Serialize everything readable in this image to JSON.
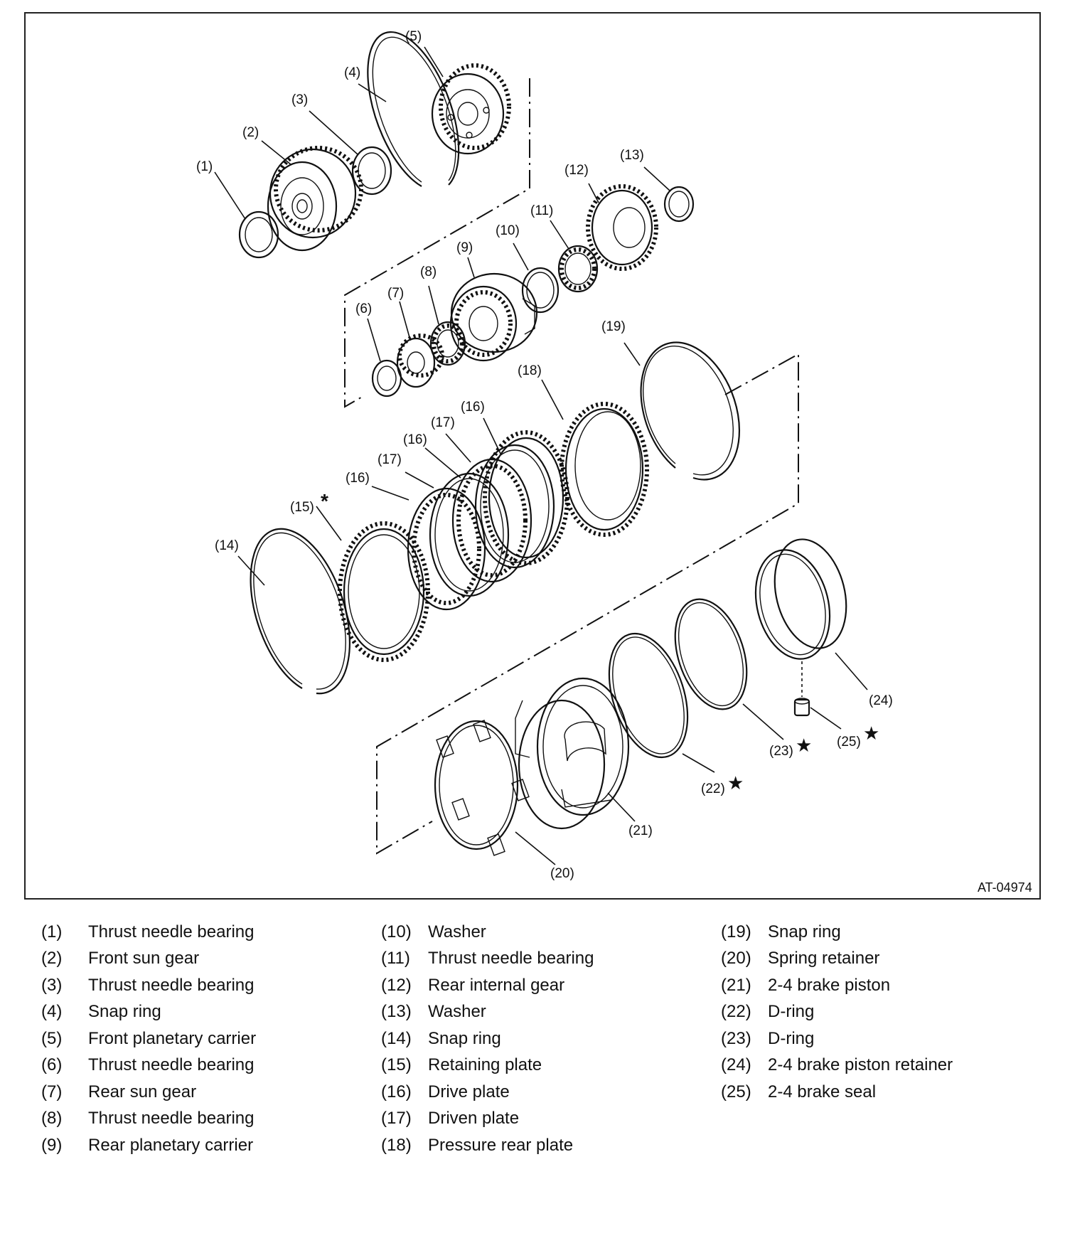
{
  "figure_code": "AT-04974",
  "markers": {
    "asterisk": "*",
    "star": "★"
  },
  "callouts": [
    "(1)",
    "(2)",
    "(3)",
    "(4)",
    "(5)",
    "(6)",
    "(7)",
    "(8)",
    "(9)",
    "(10)",
    "(11)",
    "(12)",
    "(13)",
    "(14)",
    "(15)",
    "(16)",
    "(16)",
    "(16)",
    "(17)",
    "(17)",
    "(18)",
    "(19)",
    "(20)",
    "(21)",
    "(22)",
    "(23)",
    "(24)",
    "(25)"
  ],
  "legend": [
    {
      "num": "(1)",
      "name": "Thrust needle bearing"
    },
    {
      "num": "(2)",
      "name": "Front sun gear"
    },
    {
      "num": "(3)",
      "name": "Thrust needle bearing"
    },
    {
      "num": "(4)",
      "name": "Snap ring"
    },
    {
      "num": "(5)",
      "name": "Front planetary carrier"
    },
    {
      "num": "(6)",
      "name": "Thrust needle bearing"
    },
    {
      "num": "(7)",
      "name": "Rear sun gear"
    },
    {
      "num": "(8)",
      "name": "Thrust needle bearing"
    },
    {
      "num": "(9)",
      "name": "Rear planetary carrier"
    },
    {
      "num": "(10)",
      "name": "Washer"
    },
    {
      "num": "(11)",
      "name": "Thrust needle bearing"
    },
    {
      "num": "(12)",
      "name": "Rear internal gear"
    },
    {
      "num": "(13)",
      "name": "Washer"
    },
    {
      "num": "(14)",
      "name": "Snap ring"
    },
    {
      "num": "(15)",
      "name": "Retaining plate"
    },
    {
      "num": "(16)",
      "name": "Drive plate"
    },
    {
      "num": "(17)",
      "name": "Driven plate"
    },
    {
      "num": "(18)",
      "name": "Pressure rear plate"
    },
    {
      "num": "(19)",
      "name": "Snap ring"
    },
    {
      "num": "(20)",
      "name": "Spring retainer"
    },
    {
      "num": "(21)",
      "name": "2-4 brake piston"
    },
    {
      "num": "(22)",
      "name": "D-ring"
    },
    {
      "num": "(23)",
      "name": "D-ring"
    },
    {
      "num": "(24)",
      "name": "2-4 brake piston retainer"
    },
    {
      "num": "(25)",
      "name": "2-4 brake seal"
    }
  ]
}
